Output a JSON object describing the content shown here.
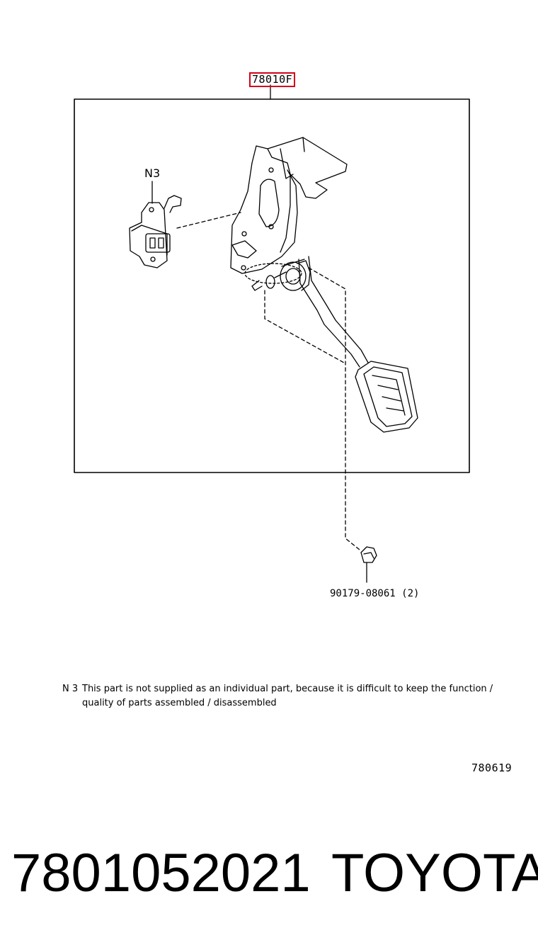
{
  "callouts": {
    "assembly_part_no": "78010F",
    "note_ref": "N3",
    "bolt": "90179-08061 (2)"
  },
  "note": {
    "mark": "N 3",
    "text": "This part is not supplied as an individual part, because it is difficult to keep the function / quality of parts assembled / disassembled"
  },
  "illustration_number": "780619",
  "footer": {
    "part_number": "7801052021",
    "brand": "TOYOTA"
  },
  "colors": {
    "highlight_border": "#d0021b",
    "line": "#000000"
  }
}
